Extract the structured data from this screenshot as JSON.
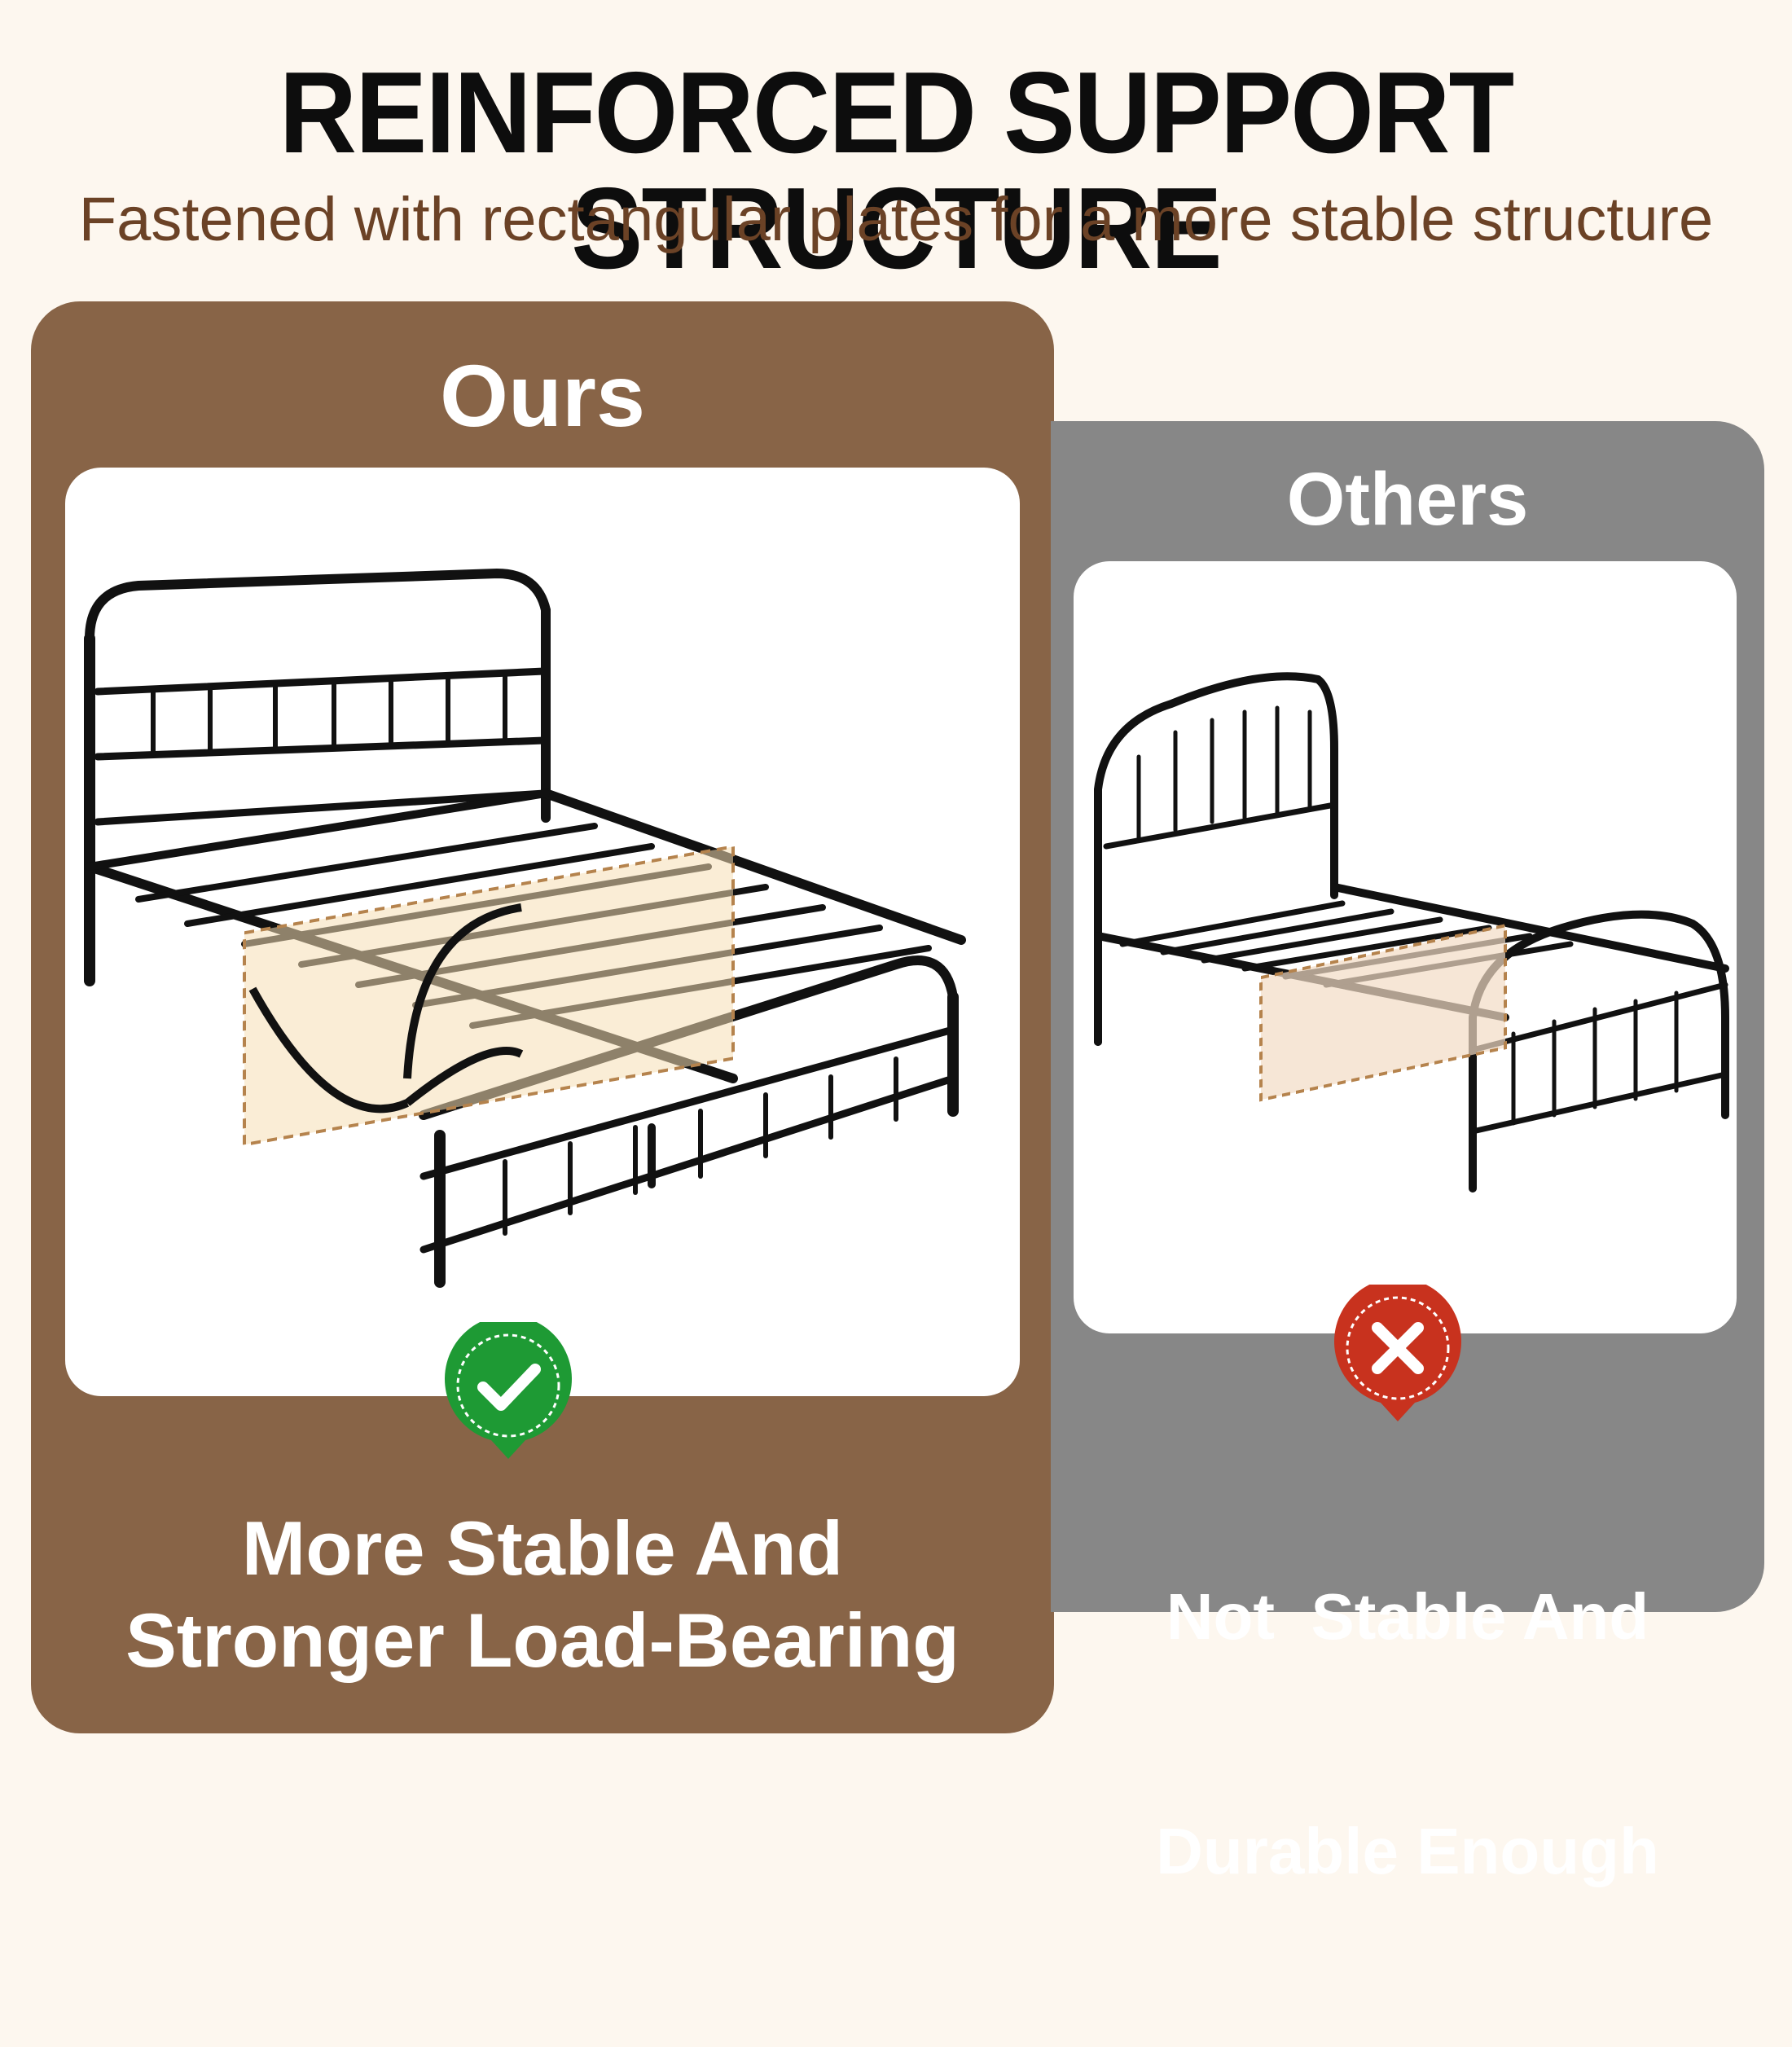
{
  "header": {
    "title": "REINFORCED SUPPORT STRUCTURE",
    "subtitle": "Fastened with rectangular plates for a more stable structure"
  },
  "ours": {
    "label": "Ours",
    "caption_line1": "More Stable And",
    "caption_line2": "Stronger Load-Bearing",
    "badge_icon": "check-icon",
    "badge_color": "#1e9a34",
    "panel_color": "#886447"
  },
  "others": {
    "label": "Others",
    "caption_line1": "Not  Stable And",
    "caption_line2": "Durable Enough",
    "badge_icon": "cross-icon",
    "badge_color": "#c8321e",
    "panel_color": "#878787"
  }
}
